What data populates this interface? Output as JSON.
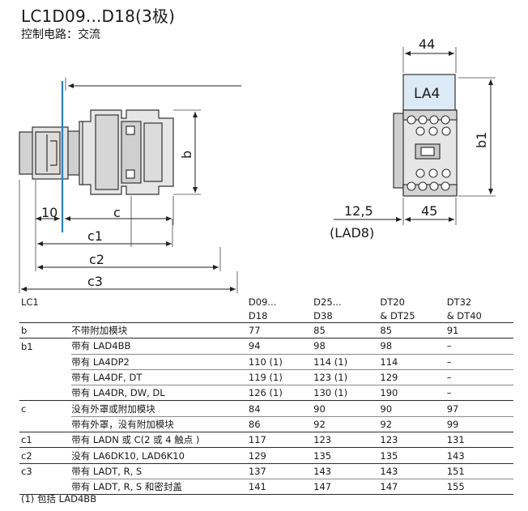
{
  "title": "LC1D09...D18(3极)",
  "subtitle": "控制电路：交流",
  "drawing": {
    "dim_10": "10",
    "dim_c": "c",
    "dim_b": "b",
    "dim_c1": "c1",
    "dim_c2": "c2",
    "dim_c3": "c3",
    "dim_44": "44",
    "label_la4": "LA4",
    "dim_b1": "b1",
    "dim_12_5": "12,5",
    "dim_lad8": "(LAD8)",
    "dim_45": "45"
  },
  "table": {
    "header_line1": [
      "LC1",
      "",
      "D09...",
      "D25...",
      "DT20",
      "DT32"
    ],
    "header_line2": [
      "",
      "",
      "D18",
      "D38",
      "& DT25",
      "& DT40"
    ],
    "rows": [
      [
        "b",
        "不带附加模块",
        "77",
        "85",
        "85",
        "91"
      ],
      [
        "b1",
        "带有 LAD4BB",
        "94",
        "98",
        "98",
        "–"
      ],
      [
        "",
        "带有 LA4DP2",
        "110 (1)",
        "114 (1)",
        "114",
        "–"
      ],
      [
        "",
        "带有 LA4DF, DT",
        "119 (1)",
        "123 (1)",
        "129",
        "–"
      ],
      [
        "",
        "带有 LA4DR, DW, DL",
        "126 (1)",
        "130 (1)",
        "190",
        "–"
      ],
      [
        "c",
        "没有外罩或附加模块",
        "84",
        "90",
        "90",
        "97"
      ],
      [
        "",
        "带有外罩，没有附加模块",
        "86",
        "92",
        "92",
        "99"
      ],
      [
        "c1",
        "带有 LADN 或 C(2 或 4 触点 )",
        "117",
        "123",
        "123",
        "131"
      ],
      [
        "c2",
        "没有 LA6DK10, LAD6K10",
        "129",
        "135",
        "135",
        "143"
      ],
      [
        "c3",
        "带有 LADT, R, S",
        "137",
        "143",
        "143",
        "151"
      ],
      [
        "",
        "带有 LADT, R, S 和密封盖",
        "141",
        "147",
        "147",
        "155"
      ]
    ]
  },
  "footnote": "(1) 包括 LAD4BB",
  "colors": {
    "blue_line": "#2a7fc4",
    "device_fill": "#e6e6e6",
    "la4_fill": "#dce9f6"
  }
}
